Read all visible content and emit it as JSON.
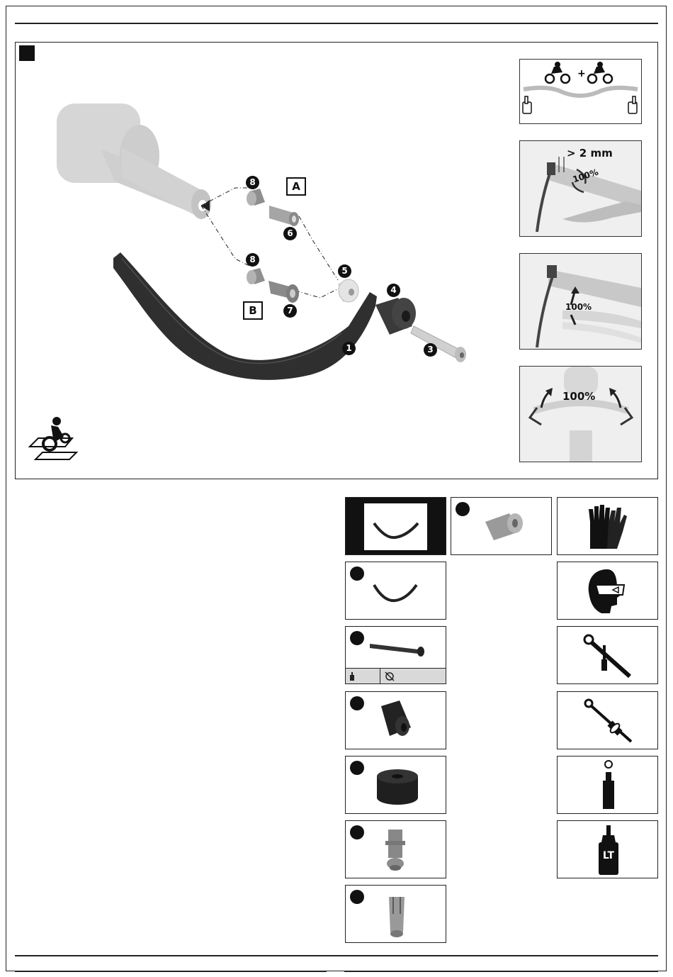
{
  "diagram": {
    "labels": {
      "a": "A",
      "b": "B"
    },
    "callouts": [
      "1",
      "3",
      "4",
      "5",
      "6",
      "7",
      "8",
      "8"
    ]
  },
  "side_panels": {
    "clearance": "> 2 mm",
    "rotation_percent": "100%",
    "lever_percent": "100%",
    "steering_percent": "100%"
  },
  "icons": {
    "gloves": "gloves-icon",
    "safety_glasses": "safety-glasses-icon",
    "ratchet_allen": "ratchet-allen-icon",
    "torque_wrench": "torque-wrench-icon",
    "hex_socket": "hex-socket-icon",
    "threadlock": "threadlock-icon"
  },
  "threadlock_label": "LT",
  "colors": {
    "line": "#222222",
    "gray_part": "#9a9a9a",
    "dark_part": "#2b2b2b",
    "panel_bg": "#efefef"
  }
}
